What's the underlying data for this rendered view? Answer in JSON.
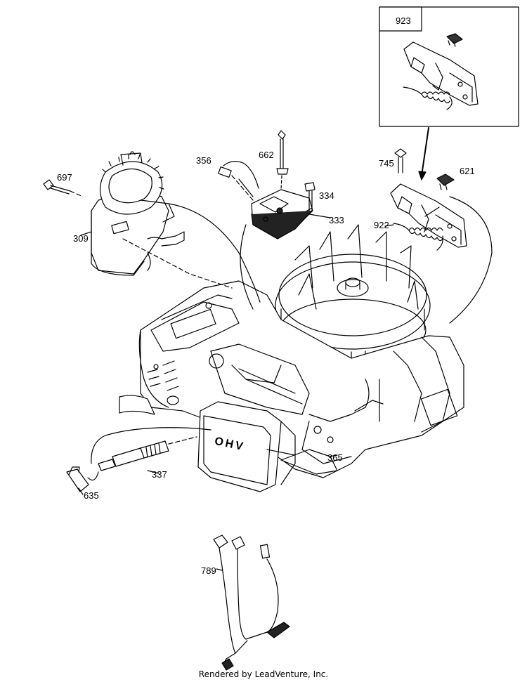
{
  "inset": {
    "label": "923"
  },
  "callouts": {
    "c697": "697",
    "c309": "309",
    "c356": "356",
    "c662": "662",
    "c334": "334",
    "c333": "333",
    "c745": "745",
    "c621": "621",
    "c922": "922",
    "c365": "365",
    "c337": "337",
    "c635": "635",
    "c789": "789"
  },
  "engine_badge": "OHV",
  "footer": {
    "text": "Rendered by LeadVenture, Inc."
  }
}
